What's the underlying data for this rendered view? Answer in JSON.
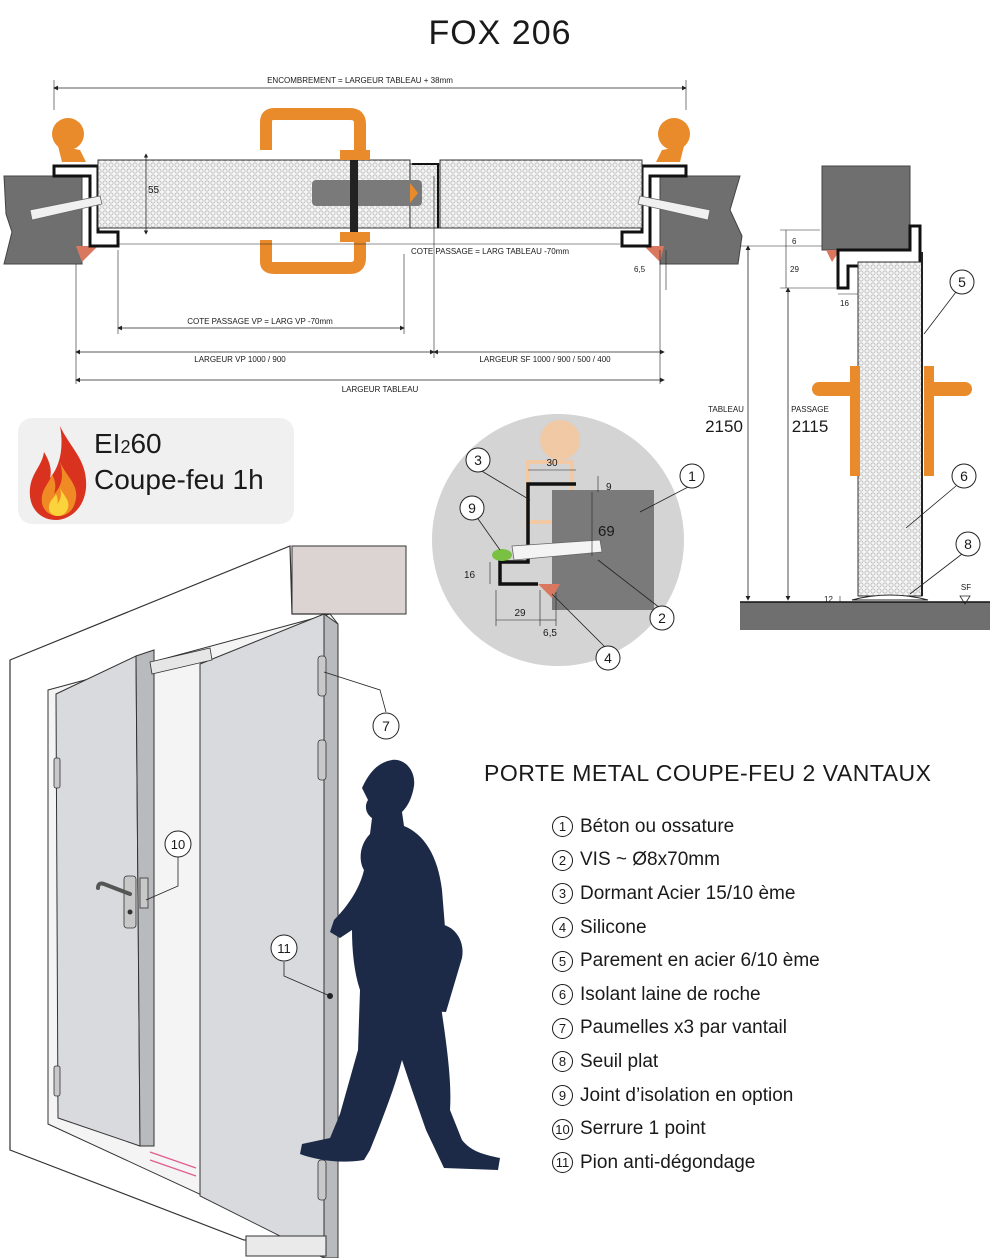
{
  "title": "FOX 206",
  "badge": {
    "line1": "EI",
    "line1_sub": "2",
    "line1_end": "60",
    "line2": "Coupe-feu 1h"
  },
  "plan": {
    "encombrement": "ENCOMBREMENT = LARGEUR TABLEAU + 38mm",
    "thickness": "55",
    "cote_passage": "COTE PASSAGE = LARG TABLEAU -70mm",
    "jeu": "6,5",
    "cote_passage_vp": "COTE PASSAGE VP = LARG VP -70mm",
    "largeur_vp": "LARGEUR VP  1000 / 900",
    "largeur_sf": "LARGEUR SF  1000 / 900 / 500 / 400",
    "largeur_tableau": "LARGEUR TABLEAU"
  },
  "detail": {
    "d30": "30",
    "d9": "9",
    "d69": "69",
    "d16": "16",
    "d29": "29",
    "d65": "6,5",
    "callouts": [
      "1",
      "2",
      "3",
      "4",
      "9"
    ]
  },
  "section": {
    "d6": "6",
    "d29": "29",
    "d16": "16",
    "tableau_label": "TABLEAU",
    "tableau_value": "2150",
    "passage_label": "PASSAGE",
    "passage_value": "2115",
    "d12": "12",
    "sf": "SF",
    "callouts": [
      "5",
      "6",
      "8"
    ]
  },
  "door": {
    "callouts": [
      "7",
      "10",
      "11"
    ]
  },
  "product_title": "PORTE METAL COUPE-FEU 2 VANTAUX",
  "legend": [
    {
      "num": "1",
      "label": "Béton ou ossature"
    },
    {
      "num": "2",
      "label": "VIS ~ Ø8x70mm"
    },
    {
      "num": "3",
      "label": "Dormant Acier 15/10 ème"
    },
    {
      "num": "4",
      "label": "Silicone"
    },
    {
      "num": "5",
      "label": "Parement en acier 6/10 ème"
    },
    {
      "num": "6",
      "label": "Isolant laine de roche"
    },
    {
      "num": "7",
      "label": "Paumelles x3 par vantail"
    },
    {
      "num": "8",
      "label": "Seuil plat"
    },
    {
      "num": "9",
      "label": "Joint d’isolation en option"
    },
    {
      "num": "10",
      "label": "Serrure 1 point"
    },
    {
      "num": "11",
      "label": "Pion anti-dégondage"
    }
  ],
  "colors": {
    "orange": "#e98a2b",
    "wall": "#6f6f6f",
    "panel": "#eaeaea",
    "silhouette": "#1c2a48",
    "silicone": "#d9775f",
    "joint": "#7ac143"
  }
}
